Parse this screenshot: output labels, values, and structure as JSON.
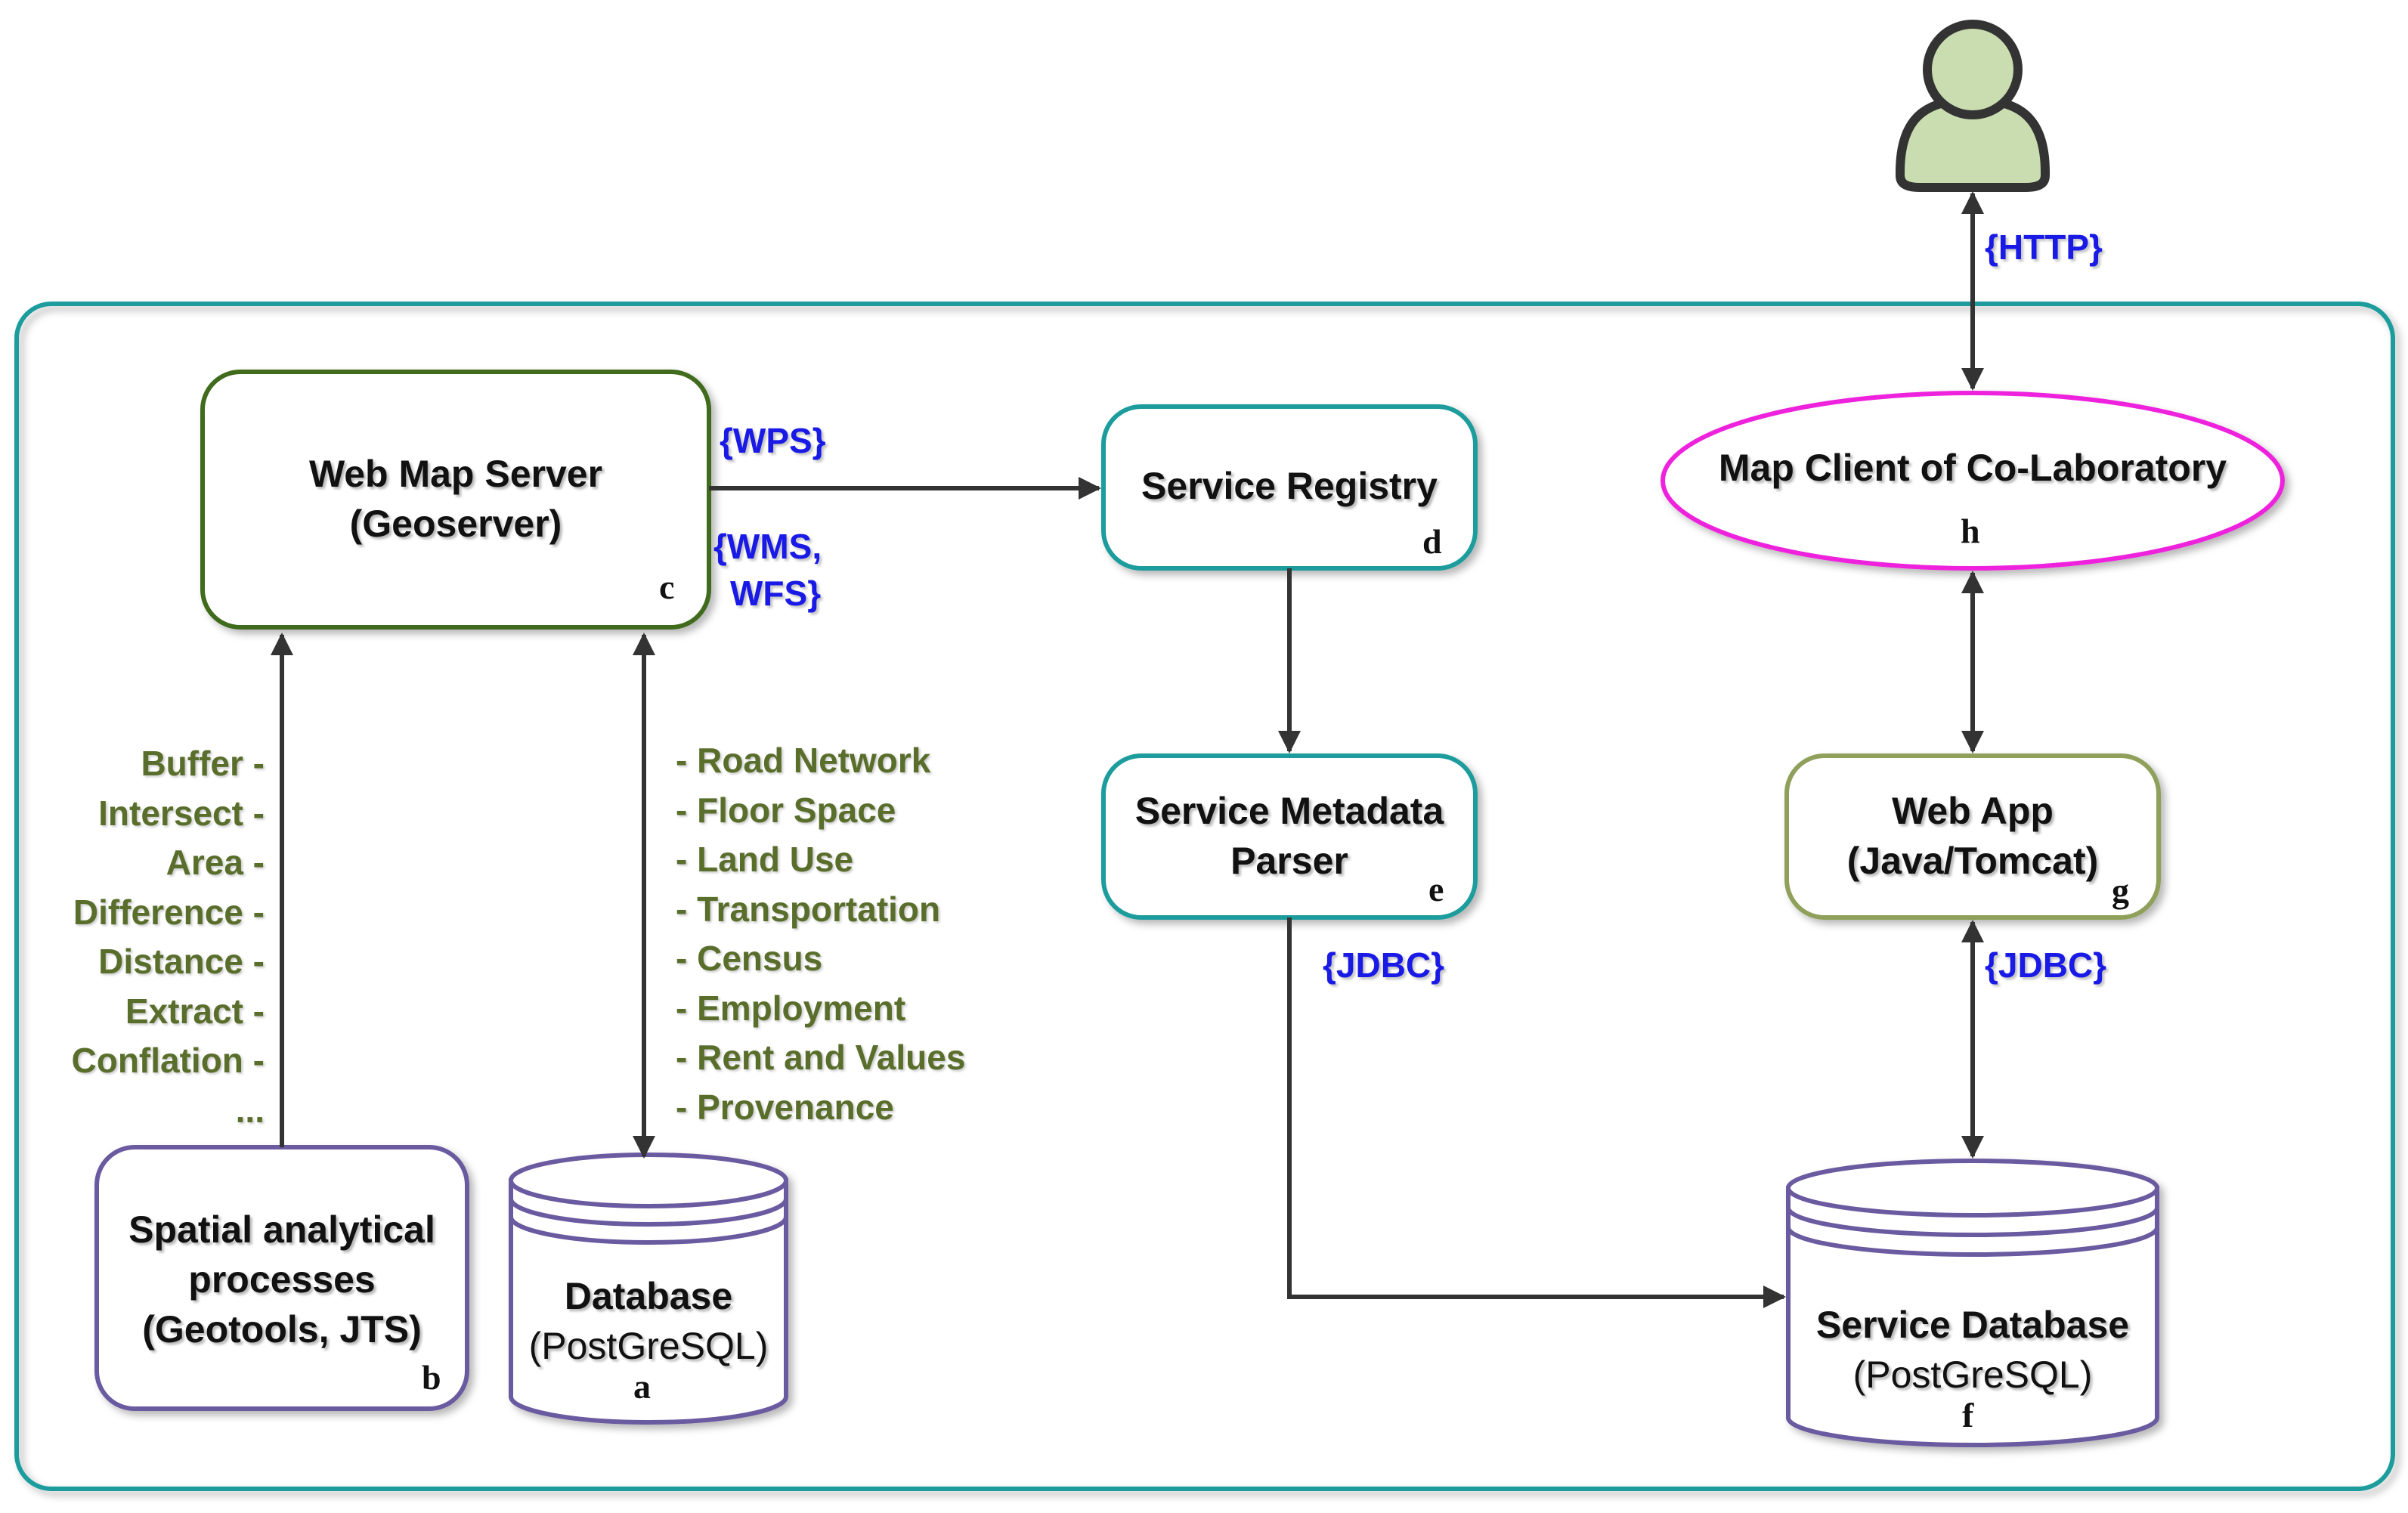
{
  "colors": {
    "container": "#1e9c9c",
    "web_map_server": "#3f6b1f",
    "teal": "#1e9c9c",
    "map_client": "#ee22dd",
    "web_app": "#8ea05a",
    "purple": "#6a5aa0",
    "protocol_text": "#1a1ae6",
    "list_text": "#5a6e2c",
    "arrow": "#333333",
    "user_fill": "#c9ddb0"
  },
  "icons": {
    "user": "user-icon"
  },
  "nodes": {
    "web_map_server": {
      "line1": "Web Map Server",
      "line2": "(Geoserver)",
      "letter": "c"
    },
    "service_registry": {
      "line1": "Service Registry",
      "letter": "d"
    },
    "service_metadata_parser": {
      "line1": "Service Metadata",
      "line2": "Parser",
      "letter": "e"
    },
    "map_client": {
      "line1": "Map Client of Co-Laboratory",
      "letter": "h"
    },
    "web_app": {
      "line1": "Web App",
      "line2": "(Java/Tomcat)",
      "letter": "g"
    },
    "spatial_processes": {
      "line1": "Spatial analytical",
      "line2": "processes",
      "line3": "(Geotools, JTS)",
      "letter": "b"
    },
    "database": {
      "line1": "Database",
      "line2": "(PostGreSQL)",
      "letter": "a"
    },
    "service_database": {
      "line1": "Service Database",
      "line2": "(PostGreSQL)",
      "letter": "f"
    }
  },
  "protocols": {
    "wps": "{WPS}",
    "wms_line1": "{WMS,",
    "wms_line2": "WFS}",
    "http": "{HTTP}",
    "jdbc_parser": "{JDBC}",
    "jdbc_webapp": "{JDBC}"
  },
  "process_list": [
    "Buffer -",
    "Intersect -",
    "Area -",
    "Difference -",
    "Distance -",
    "Extract -",
    "Conflation -",
    "..."
  ],
  "data_list": [
    "- Road Network",
    "- Floor Space",
    "- Land Use",
    "- Transportation",
    "- Census",
    "- Employment",
    "- Rent and Values",
    "- Provenance"
  ]
}
